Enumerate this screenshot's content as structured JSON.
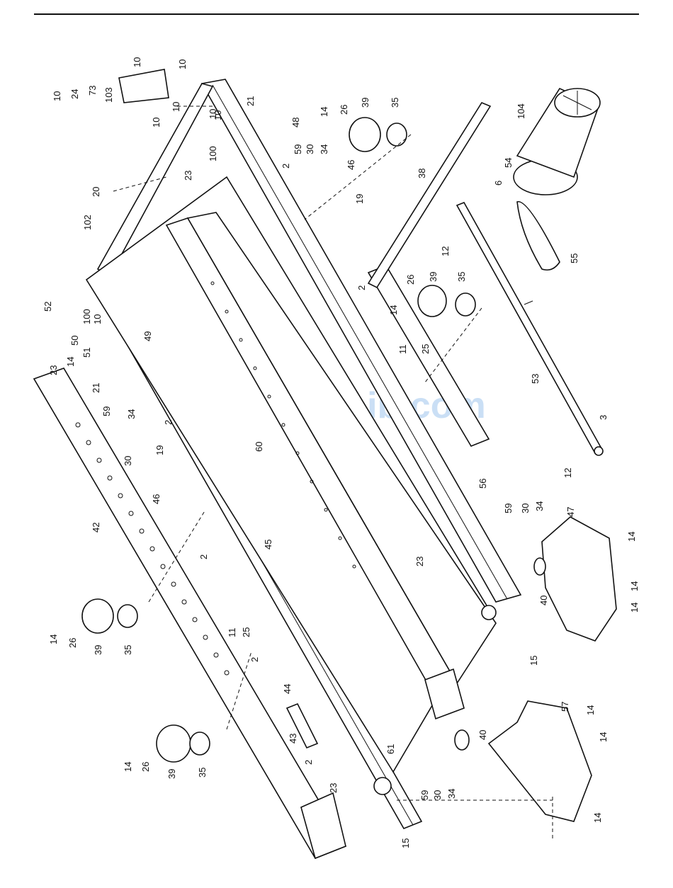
{
  "watermark": "ManualsLib.com",
  "callouts": [
    "10",
    "10",
    "10",
    "24",
    "73",
    "103",
    "10",
    "10",
    "10",
    "10",
    "100",
    "21",
    "48",
    "14",
    "26",
    "39",
    "35",
    "20",
    "102",
    "23",
    "2",
    "59",
    "30",
    "34",
    "46",
    "19",
    "38",
    "6",
    "104",
    "54",
    "12",
    "55",
    "52",
    "100",
    "10",
    "50",
    "49",
    "14",
    "51",
    "23",
    "21",
    "59",
    "30",
    "34",
    "2",
    "19",
    "46",
    "2",
    "26",
    "39",
    "35",
    "14",
    "11",
    "25",
    "53",
    "3",
    "12",
    "60",
    "56",
    "42",
    "45",
    "2",
    "59",
    "30",
    "34",
    "47",
    "14",
    "23",
    "14",
    "40",
    "14",
    "11",
    "25",
    "2",
    "15",
    "14",
    "26",
    "39",
    "35",
    "44",
    "43",
    "2",
    "23",
    "61",
    "40",
    "59",
    "30",
    "34",
    "57",
    "14",
    "14",
    "14",
    "14",
    "26",
    "39",
    "35",
    "15"
  ]
}
